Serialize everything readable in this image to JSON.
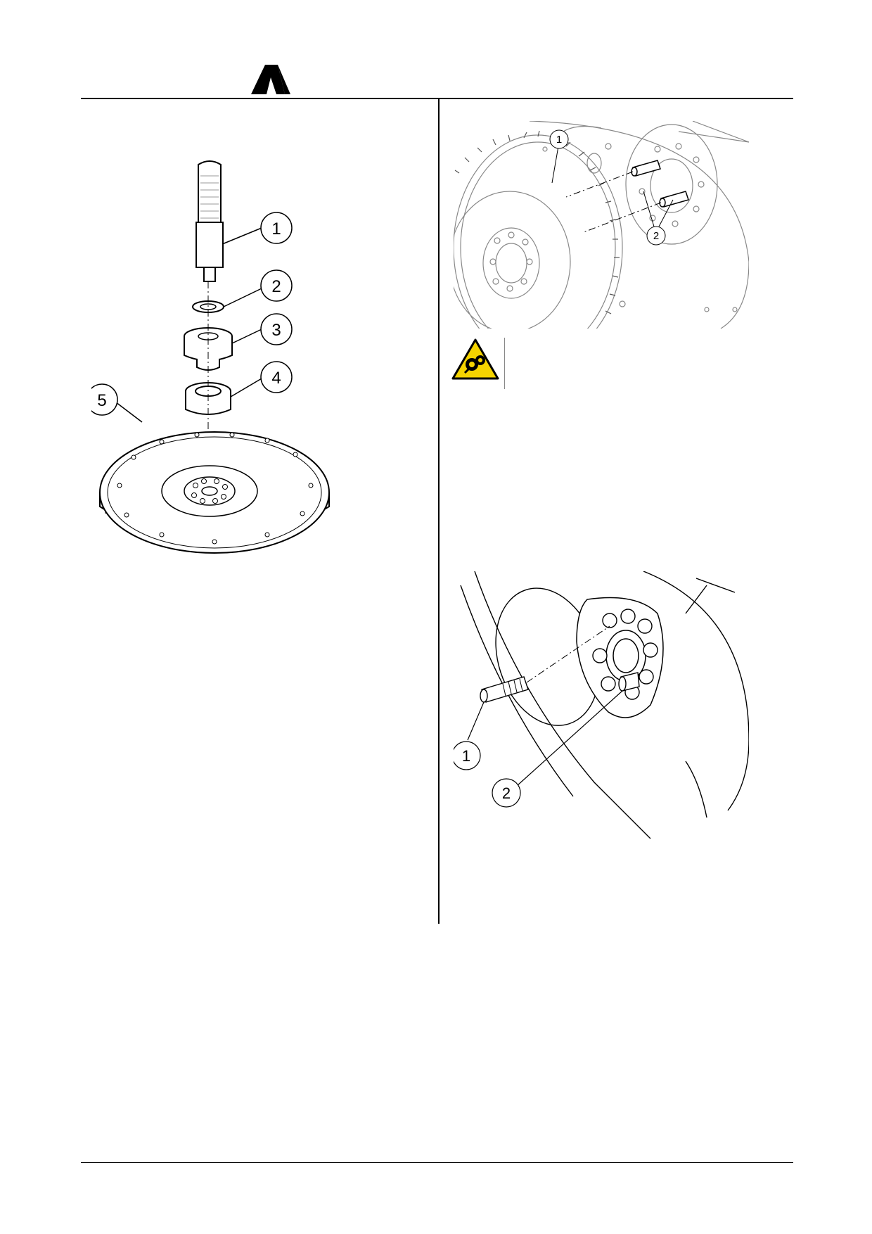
{
  "header": {
    "logo_icon": "publisher-logo-icon"
  },
  "figure_left": {
    "callouts": [
      "1",
      "2",
      "3",
      "4",
      "5"
    ],
    "parts": [
      "drift-tool-icon",
      "washer-icon",
      "adapter-icon",
      "bearing-icon",
      "flywheel-icon"
    ]
  },
  "figure_right_top": {
    "callouts": [
      "1",
      "2"
    ],
    "parts": [
      "flywheel-ring-gear-icon",
      "guide-pin-icon"
    ]
  },
  "warning": {
    "icon": "entanglement-warning-icon",
    "color": "#f5d400"
  },
  "figure_right_bottom": {
    "callouts": [
      "1",
      "2"
    ],
    "parts": [
      "guide-pin-icon",
      "flywheel-bolt-icon"
    ]
  }
}
